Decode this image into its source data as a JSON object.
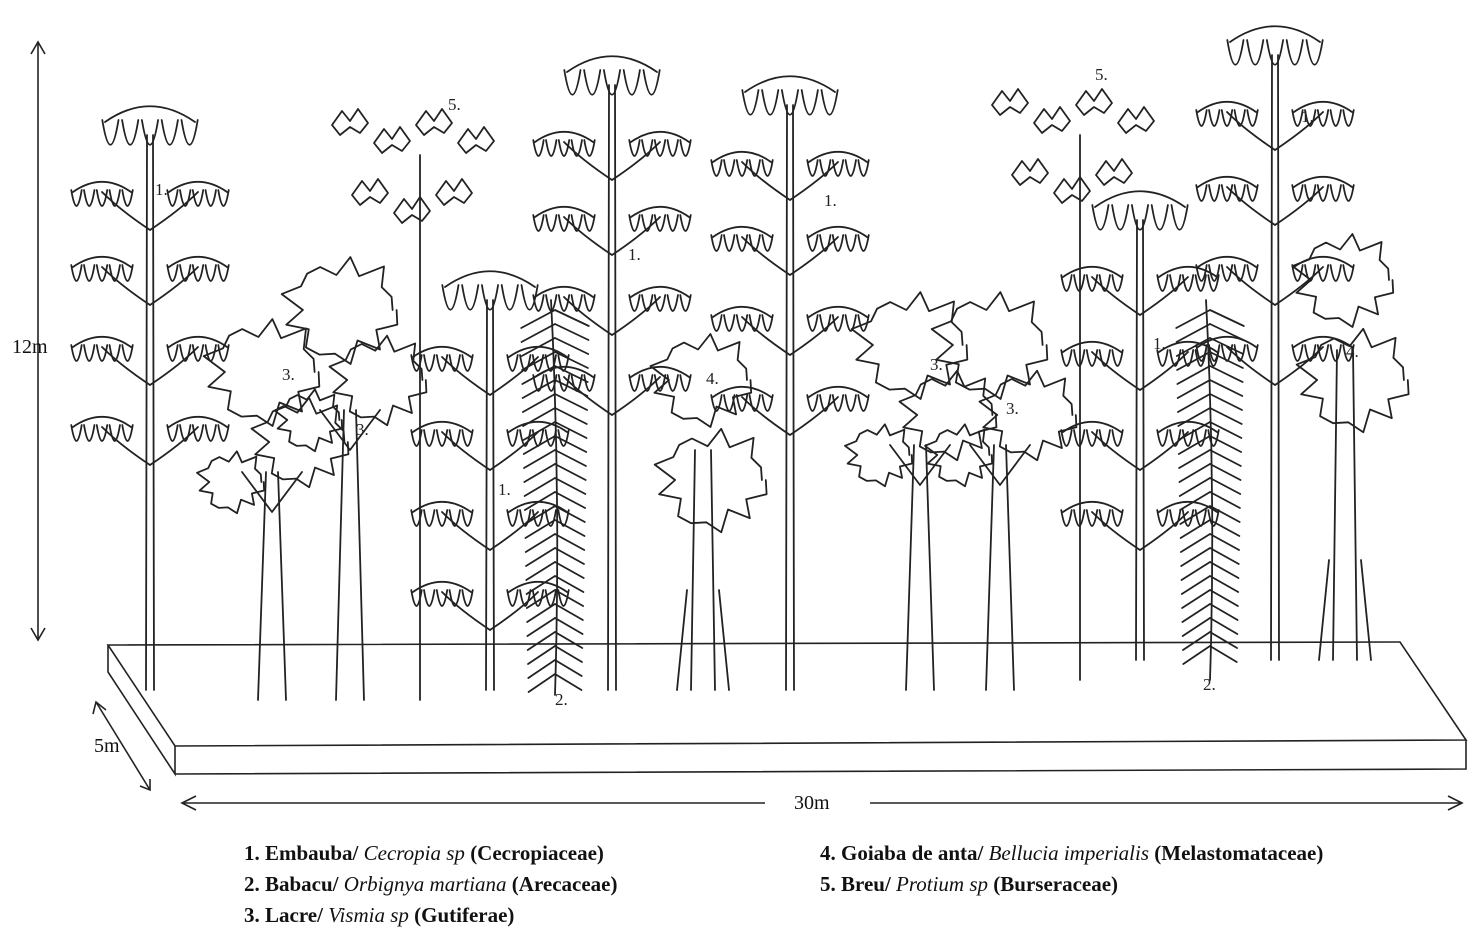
{
  "dimensions": {
    "height": "12m",
    "depth": "5m",
    "length": "30m"
  },
  "trees": [
    {
      "num": "1.",
      "species": 1
    },
    {
      "num": "3.",
      "species": 3
    },
    {
      "num": "3.",
      "species": 3
    },
    {
      "num": "5.",
      "species": 5
    },
    {
      "num": "1.",
      "species": 1
    },
    {
      "num": "2.",
      "species": 2
    },
    {
      "num": "1.",
      "species": 1
    },
    {
      "num": "4.",
      "species": 4
    },
    {
      "num": "1.",
      "species": 1
    },
    {
      "num": "3.",
      "species": 3
    },
    {
      "num": "3.",
      "species": 3
    },
    {
      "num": "5.",
      "species": 5
    },
    {
      "num": "1.",
      "species": 1
    },
    {
      "num": "2.",
      "species": 2
    },
    {
      "num": "1.",
      "species": 1
    },
    {
      "num": "4.",
      "species": 4
    }
  ],
  "legend": [
    {
      "num": "1.",
      "common": "Embauba/",
      "scientific": "Cecropia sp",
      "family": "(Cecropiaceae)"
    },
    {
      "num": "2.",
      "common": "Babacu/",
      "scientific": "Orbignya martiana",
      "family": "(Arecaceae)"
    },
    {
      "num": "3.",
      "common": "Lacre/",
      "scientific": "Vismia sp",
      "family": "(Gutiferae)"
    },
    {
      "num": "4.",
      "common": "Goiaba de anta/",
      "scientific": "Bellucia imperialis",
      "family": "(Melastomataceae)"
    },
    {
      "num": "5.",
      "common": "Breu/",
      "scientific": "Protium sp",
      "family": "(Burseraceae)"
    }
  ]
}
